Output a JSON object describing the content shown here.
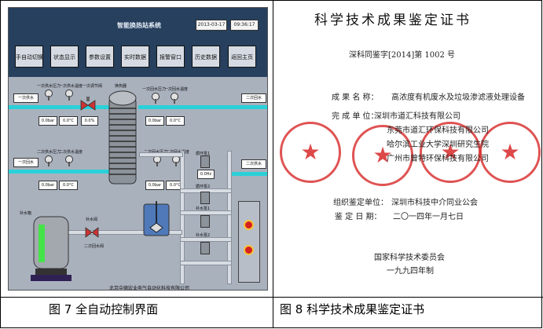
{
  "captions": {
    "left": "图 7 全自动控制界面",
    "right": "图 8  科学技术成果鉴定证书"
  },
  "scada": {
    "title": "智能换热站系统",
    "date": "2013-03-17",
    "time": "09:36:17",
    "menu": [
      "手自动切换",
      "状态显示",
      "参数设置",
      "实时数据",
      "报警窗口",
      "历史数据",
      "返回主页"
    ],
    "pipe_labels": {
      "in1": "一次供水",
      "in2": "一次回水",
      "out1": "二次回水",
      "out2": "二次供水"
    },
    "tags": {
      "p1": "一次供水压力",
      "t1": "一次供水温度",
      "valve": "一次调节阀",
      "hx": "换热器",
      "p2": "一次回水压力",
      "t2": "一次回水温度",
      "p3": "二次供水压力",
      "t3": "二次供水温度",
      "p4": "二次回水压力",
      "t4": "二次回水温度",
      "pump1": "循环泵1",
      "pump2": "循环泵2",
      "pump3": "补水泵1",
      "pump4": "补水泵2",
      "tank": "补水箱",
      "mkvalve": "补水阀",
      "outvalve": "二次回水阀"
    },
    "readings": {
      "v1": "0.0bar",
      "v2": "0.0°C",
      "v3": "0.0%",
      "v4": "0.0bar",
      "v5": "0.0°C",
      "v6": "0.0bar",
      "v7": "0.0°C",
      "v8": "0.0bar",
      "v9": "0.0°C",
      "v10": "0.0Hz"
    },
    "footer": "北京中德宏业电气自动化科技有限公司"
  },
  "certificate": {
    "title": "科学技术成果鉴定证书",
    "number": "深科同鉴字[2014]第 1002 号",
    "name_label": "成  果  名  称：",
    "name_value": "高浓度有机废水及垃圾渗滤液处理设备",
    "unit_label": "完  成  单  位：",
    "units": [
      "深圳市道汇科技有限公司",
      "东莞市道汇环保科技有限公司",
      "哈尔滨工业大学深圳研究生院",
      "广州市曾特环保科技有限公司"
    ],
    "org_label": "组织鉴定单位：",
    "org_value": "深圳市科技中介同业公会",
    "date_label": "鉴  定  日  期：",
    "date_value": "二〇一四年一月七日",
    "issuer": "国家科学技术委员会",
    "year": "一九九四年制"
  },
  "colors": {
    "scada_header": "#26405e",
    "scada_bg": "#a9b1bd",
    "water_pipe": "#2bd0d9",
    "seal": "#d72828"
  }
}
